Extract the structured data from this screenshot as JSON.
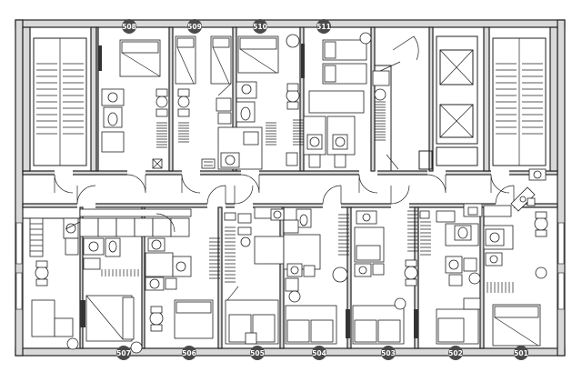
{
  "rooms_top": [
    "508",
    "509",
    "510",
    "511"
  ],
  "rooms_bottom": [
    "507",
    "506",
    "505",
    "504",
    "503",
    "502",
    "501"
  ]
}
